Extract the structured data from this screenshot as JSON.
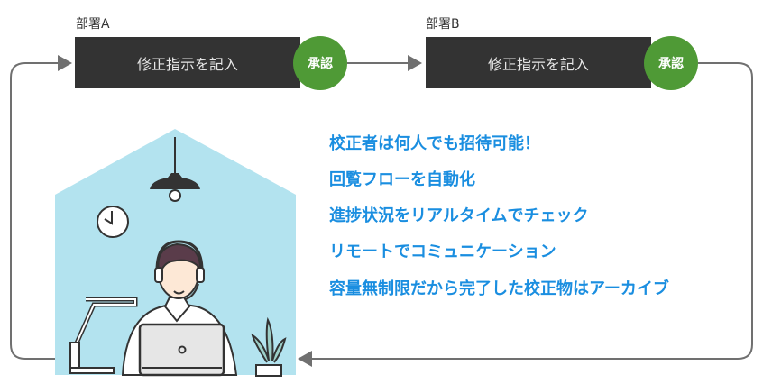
{
  "flow": [
    {
      "department": "部署A",
      "task": "修正指示を記入",
      "badge": "承認"
    },
    {
      "department": "部署B",
      "task": "修正指示を記入",
      "badge": "承認"
    }
  ],
  "features": [
    "校正者は何人でも招待可能！",
    "回覧フローを自動化",
    "進捗状況をリアルタイムでチェック",
    "リモートでコミュニケーション",
    "容量無制限だから完了した校正物はアーカイブ"
  ],
  "colors": {
    "box": "#333333",
    "approve": "#4f9a36",
    "feature_text": "#1a8ee0",
    "house": "#b3e3ef",
    "line": "#707070"
  }
}
